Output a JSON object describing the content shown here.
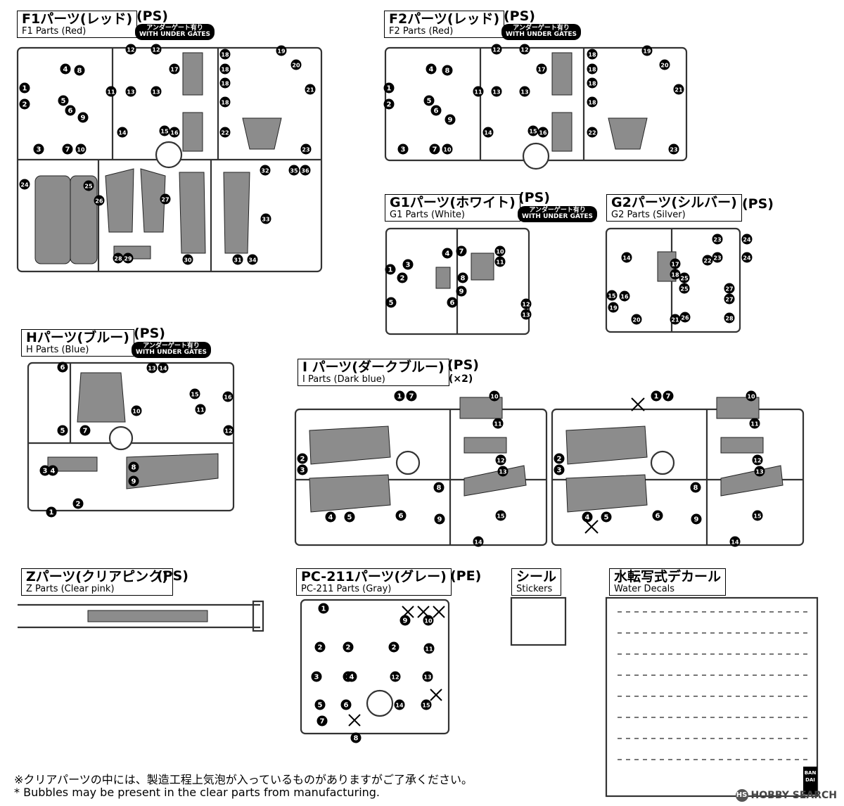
{
  "sections": {
    "f1": {
      "jp": "F1パーツ(レッド)",
      "en": "F1 Parts (Red)",
      "material": "(PS)",
      "gate_jp": "アンダーゲート有り",
      "gate_en": "WITH UNDER GATES",
      "numbers": [
        "1",
        "2",
        "3",
        "4",
        "5",
        "6",
        "7",
        "8",
        "9",
        "10",
        "11",
        "12",
        "12",
        "13",
        "13",
        "14",
        "15",
        "16",
        "17",
        "18",
        "18",
        "18",
        "18",
        "19",
        "20",
        "21",
        "22",
        "23",
        "24",
        "25",
        "26",
        "27",
        "28",
        "29",
        "30",
        "31",
        "32",
        "33",
        "34",
        "35",
        "36"
      ]
    },
    "f2": {
      "jp": "F2パーツ(レッド)",
      "en": "F2 Parts (Red)",
      "material": "(PS)",
      "gate_jp": "アンダーゲート有り",
      "gate_en": "WITH UNDER GATES",
      "numbers": [
        "1",
        "2",
        "3",
        "4",
        "5",
        "6",
        "7",
        "8",
        "9",
        "10",
        "11",
        "12",
        "12",
        "13",
        "13",
        "14",
        "15",
        "16",
        "17",
        "18",
        "18",
        "18",
        "18",
        "19",
        "20",
        "21",
        "22",
        "23"
      ]
    },
    "g1": {
      "jp": "G1パーツ(ホワイト)",
      "en": "G1 Parts (White)",
      "material": "(PS)",
      "gate_jp": "アンダーゲート有り",
      "gate_en": "WITH UNDER GATES",
      "numbers": [
        "1",
        "2",
        "3",
        "4",
        "5",
        "6",
        "7",
        "8",
        "9",
        "10",
        "11",
        "12",
        "13"
      ]
    },
    "g2": {
      "jp": "G2パーツ(シルバー)",
      "en": "G2 Parts (Silver)",
      "material": "(PS)",
      "numbers": [
        "14",
        "15",
        "16",
        "17",
        "18",
        "19",
        "20",
        "21",
        "22",
        "23",
        "23",
        "24",
        "24",
        "25",
        "25",
        "26",
        "27",
        "27",
        "28"
      ]
    },
    "h": {
      "jp": "Hパーツ(ブルー)",
      "en": "H Parts (Blue)",
      "material": "(PS)",
      "gate_jp": "アンダーゲート有り",
      "gate_en": "WITH UNDER GATES",
      "numbers": [
        "1",
        "2",
        "3",
        "4",
        "5",
        "6",
        "7",
        "8",
        "9",
        "10",
        "11",
        "12",
        "13",
        "14",
        "15",
        "16"
      ]
    },
    "i": {
      "jp": "I パーツ(ダークブルー)",
      "en": "I  Parts (Dark blue)",
      "material": "(PS)",
      "quantity": "(×2)",
      "numbers": [
        "1",
        "2",
        "3",
        "4",
        "5",
        "6",
        "7",
        "8",
        "9",
        "10",
        "11",
        "12",
        "13",
        "14",
        "15"
      ]
    },
    "z": {
      "jp": "Zパーツ(クリアピンク)",
      "en": "Z Parts (Clear pink)",
      "material": "(PS)"
    },
    "pc": {
      "jp": "PC-211パーツ(グレー)",
      "en": "PC-211 Parts (Gray)",
      "material": "(PE)",
      "numbers": [
        "1",
        "2",
        "2",
        "2",
        "3",
        "3",
        "4",
        "5",
        "6",
        "7",
        "8",
        "9",
        "10",
        "11",
        "12",
        "13",
        "14",
        "15"
      ]
    },
    "stickers": {
      "jp": "シール",
      "en": "Stickers"
    },
    "decals": {
      "jp": "水転写式デカール",
      "en": "Water Decals"
    }
  },
  "footnote_jp": "※クリアパーツの中には、製造工程上気泡が入っているものがありますがご了承ください。",
  "footnote_en": "* Bubbles may be present in the clear parts from manufacturing.",
  "watermark": "HOBBY SEARCH",
  "brand_mark": "BANDAI",
  "colors": {
    "ink": "#000000",
    "parts_fill": "#8c8c8c",
    "runner": "#444444"
  }
}
